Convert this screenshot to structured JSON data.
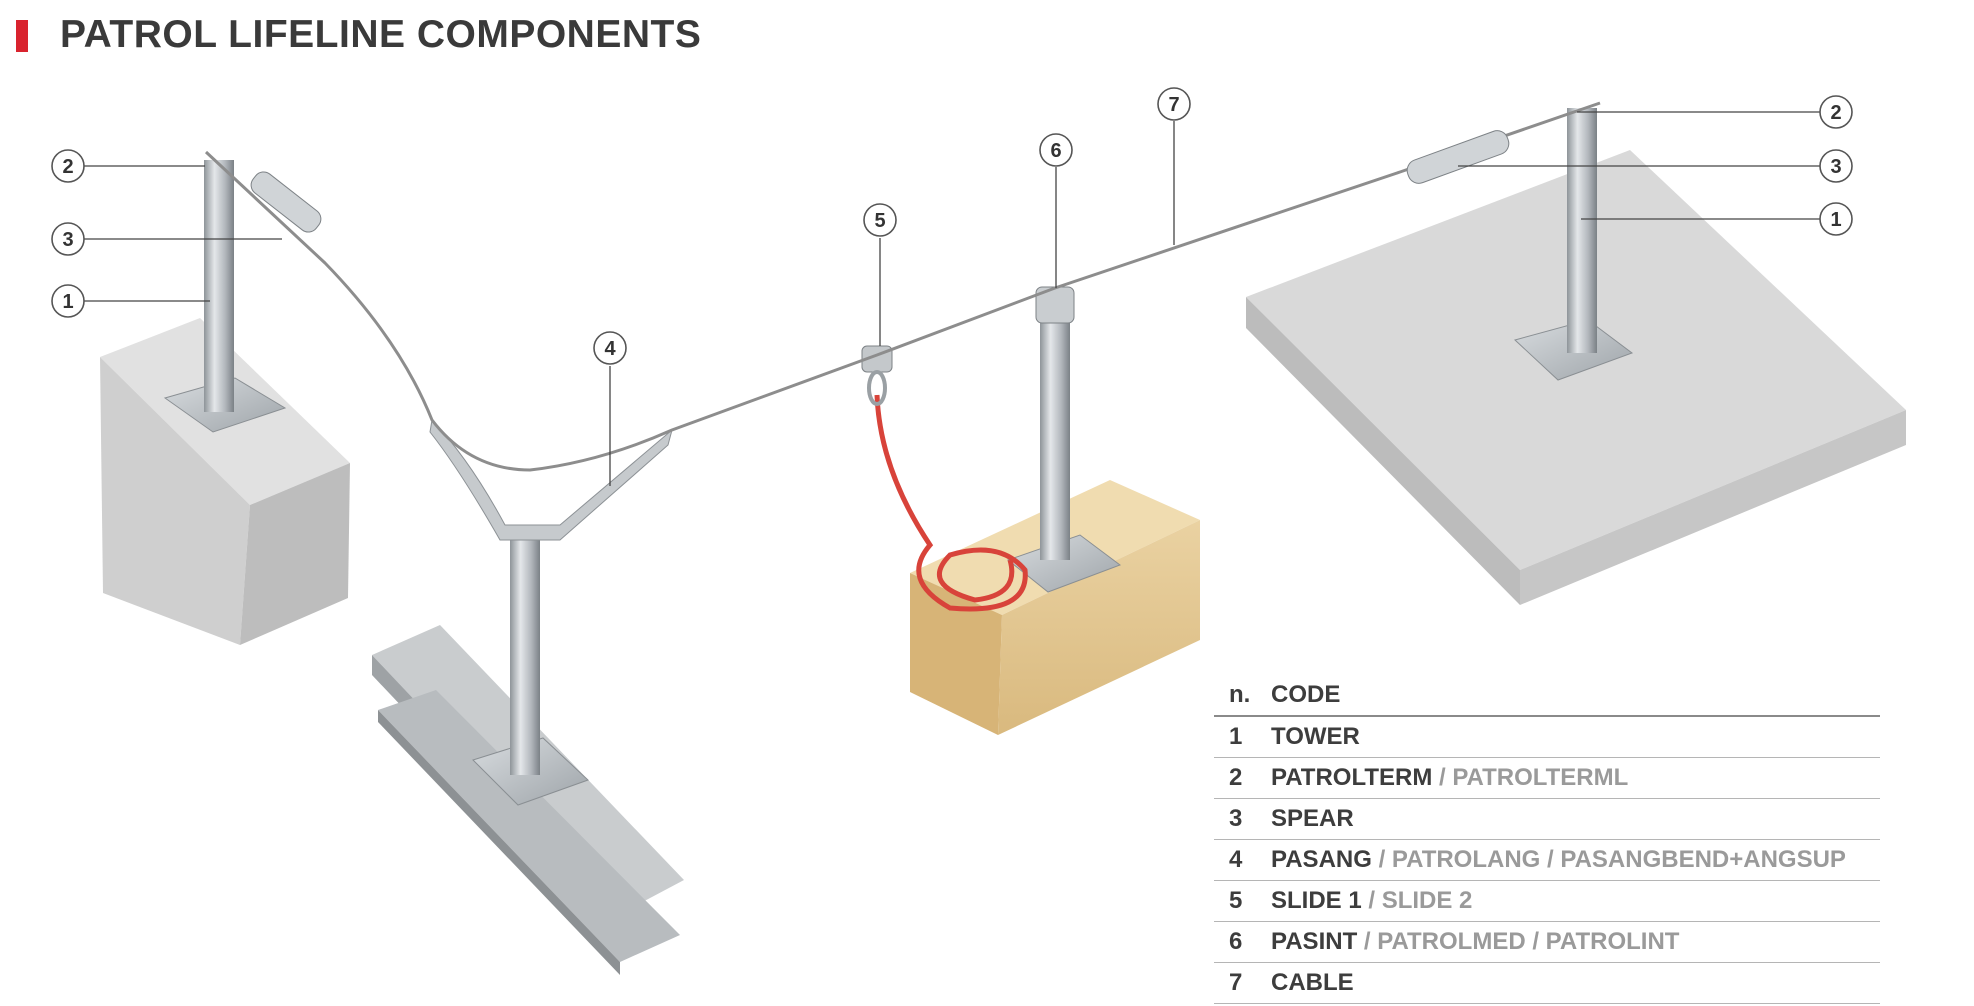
{
  "title": "PATROL LIFELINE COMPONENTS",
  "accent_color": "#d9232e",
  "callouts": [
    "1",
    "2",
    "3",
    "4",
    "5",
    "6",
    "7",
    "2",
    "3",
    "1"
  ],
  "table": {
    "header": {
      "n": "n.",
      "code": "CODE"
    },
    "rows": [
      {
        "n": "1",
        "primary": "TOWER",
        "secondary": ""
      },
      {
        "n": "2",
        "primary": "PATROLTERM",
        "secondary": " / PATROLTERML"
      },
      {
        "n": "3",
        "primary": "SPEAR",
        "secondary": ""
      },
      {
        "n": "4",
        "primary": "PASANG",
        "secondary": " / PATROLANG / PASANGBEND+ANGSUP"
      },
      {
        "n": "5",
        "primary": "SLIDE 1",
        "secondary": " / SLIDE 2"
      },
      {
        "n": "6",
        "primary": "PASINT",
        "secondary": " / PATROLMED / PATROLINT"
      },
      {
        "n": "7",
        "primary": "CABLE",
        "secondary": ""
      }
    ]
  }
}
